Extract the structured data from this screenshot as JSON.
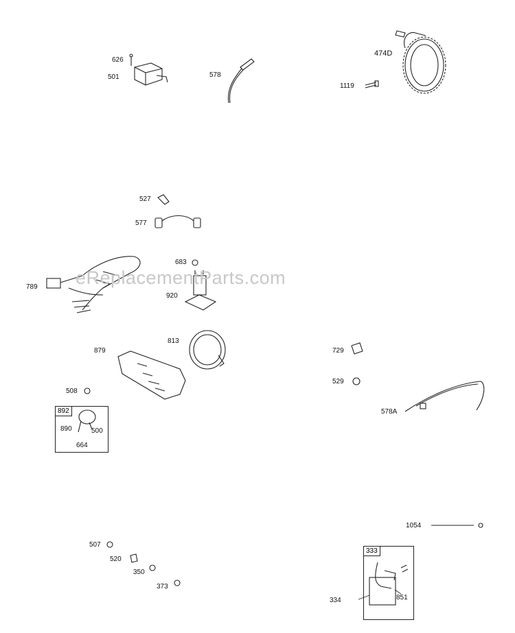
{
  "watermark": "eReplacementParts.com",
  "kits": {
    "k892": "892",
    "k333": "333"
  },
  "parts": {
    "p626": "626",
    "p501": "501",
    "p578": "578",
    "p474D": "474D",
    "p1119": "1119",
    "p527": "527",
    "p577": "577",
    "p683": "683",
    "p789": "789",
    "p920": "920",
    "p813": "813",
    "p879": "879",
    "p729": "729",
    "p529": "529",
    "p508": "508",
    "p578A": "578A",
    "p890": "890",
    "p500": "500",
    "p664": "664",
    "p1054": "1054",
    "p507": "507",
    "p520": "520",
    "p350": "350",
    "p373": "373",
    "p334": "334",
    "p851": "851"
  }
}
